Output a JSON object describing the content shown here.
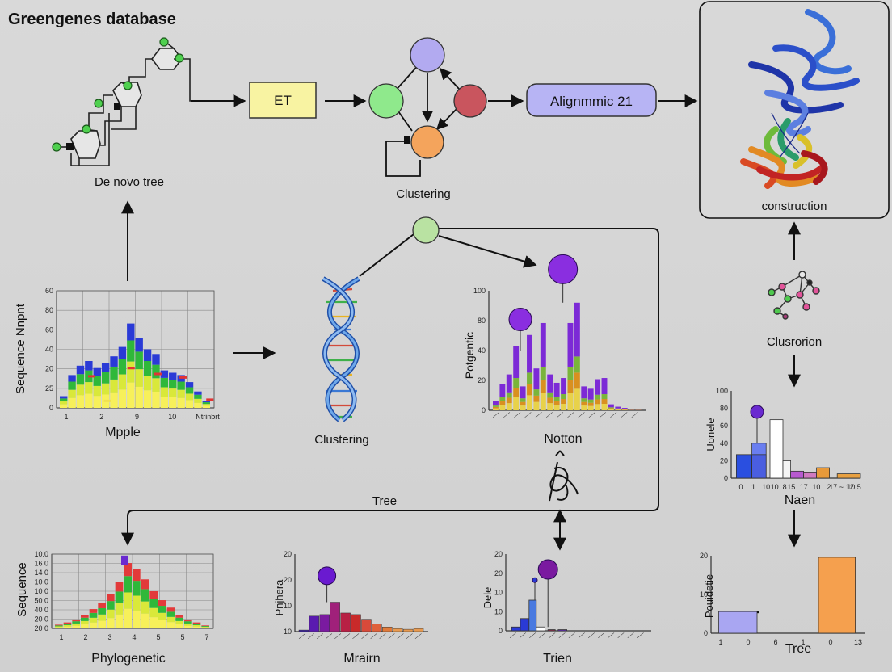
{
  "title": "Greengenes database",
  "nodes": {
    "de_novo_tree": "De novo tree",
    "et": "ET",
    "clustering_top": "Clustering",
    "alignment": "Alignmmic 21",
    "construction": "construction",
    "clustering_dna": "Clustering",
    "clusorion": "Clusrorion",
    "tree_connector": "Tree"
  },
  "colors": {
    "et_fill": "#f8f3a2",
    "alignment_fill": "#b7b4f4",
    "node_purple": "#b2aaf0",
    "node_green": "#8fe98c",
    "node_red": "#c9555e",
    "node_orange": "#f4a45c",
    "node_light_green": "#b9e2a2"
  },
  "chart_data": [
    {
      "id": "mpple",
      "type": "bar",
      "xlabel": "Mpple",
      "ylabel": "Sequence Nnpnt",
      "y_ticks": [
        "60",
        "80",
        "60",
        "40",
        "20",
        "25",
        "0"
      ],
      "x_ticks": [
        "1",
        "2",
        "9",
        "10",
        "Ntrinbrt"
      ]
    },
    {
      "id": "potgentic",
      "type": "bar",
      "xlabel": "Notton",
      "ylabel": "Potgentic",
      "y_ticks": [
        "100",
        "80",
        "40",
        "20",
        "0"
      ]
    },
    {
      "id": "naen",
      "type": "bar",
      "xlabel": "Naen",
      "ylabel": "Uonele",
      "y_ticks": [
        "100",
        "80",
        "60",
        "40",
        "20",
        "0"
      ],
      "x_ticks": [
        "0",
        "1",
        "10",
        "10 .8",
        "15",
        "17",
        "10",
        "2",
        "17 ~ 12",
        "10.5"
      ]
    },
    {
      "id": "phylogenetic",
      "type": "bar",
      "xlabel": "Phylogenetic",
      "ylabel": "Sequence",
      "y_ticks": [
        "10.0",
        "16 0",
        "14 0",
        "10 0",
        "10 0",
        "50 0",
        "40 0",
        "20 0",
        "20 0"
      ],
      "x_ticks": [
        "1",
        "2",
        "3",
        "4",
        "5",
        "5",
        "7"
      ]
    },
    {
      "id": "mrairn",
      "type": "bar",
      "xlabel": "Mrairn",
      "ylabel": "Pnjhera",
      "y_ticks": [
        "20",
        "20",
        "10",
        "10"
      ]
    },
    {
      "id": "trien",
      "type": "bar",
      "xlabel": "Trien",
      "ylabel": "Dele",
      "y_ticks": [
        "20",
        "20",
        "10",
        "10",
        "0"
      ]
    },
    {
      "id": "tree_bars",
      "type": "bar",
      "xlabel": "Tree",
      "ylabel": "Pouidetie",
      "y_ticks": [
        "20",
        "10",
        "0"
      ],
      "x_ticks": [
        "1",
        "0",
        "6",
        "1",
        "0",
        "13"
      ]
    }
  ]
}
